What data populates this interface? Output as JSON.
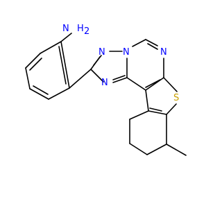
{
  "molecule": {
    "atom_labels": {
      "amine_N": "N",
      "amine_H": "H",
      "amine_H2": "2",
      "triazole_N1": "N",
      "triazole_N2": "N",
      "triazole_N3": "N",
      "pyrimidine_N": "N",
      "thiophene_S": "S"
    },
    "colors": {
      "bond": "#000000",
      "nitrogen": "#0000ff",
      "sulfur": "#c8a000",
      "background": "#ffffff"
    }
  }
}
